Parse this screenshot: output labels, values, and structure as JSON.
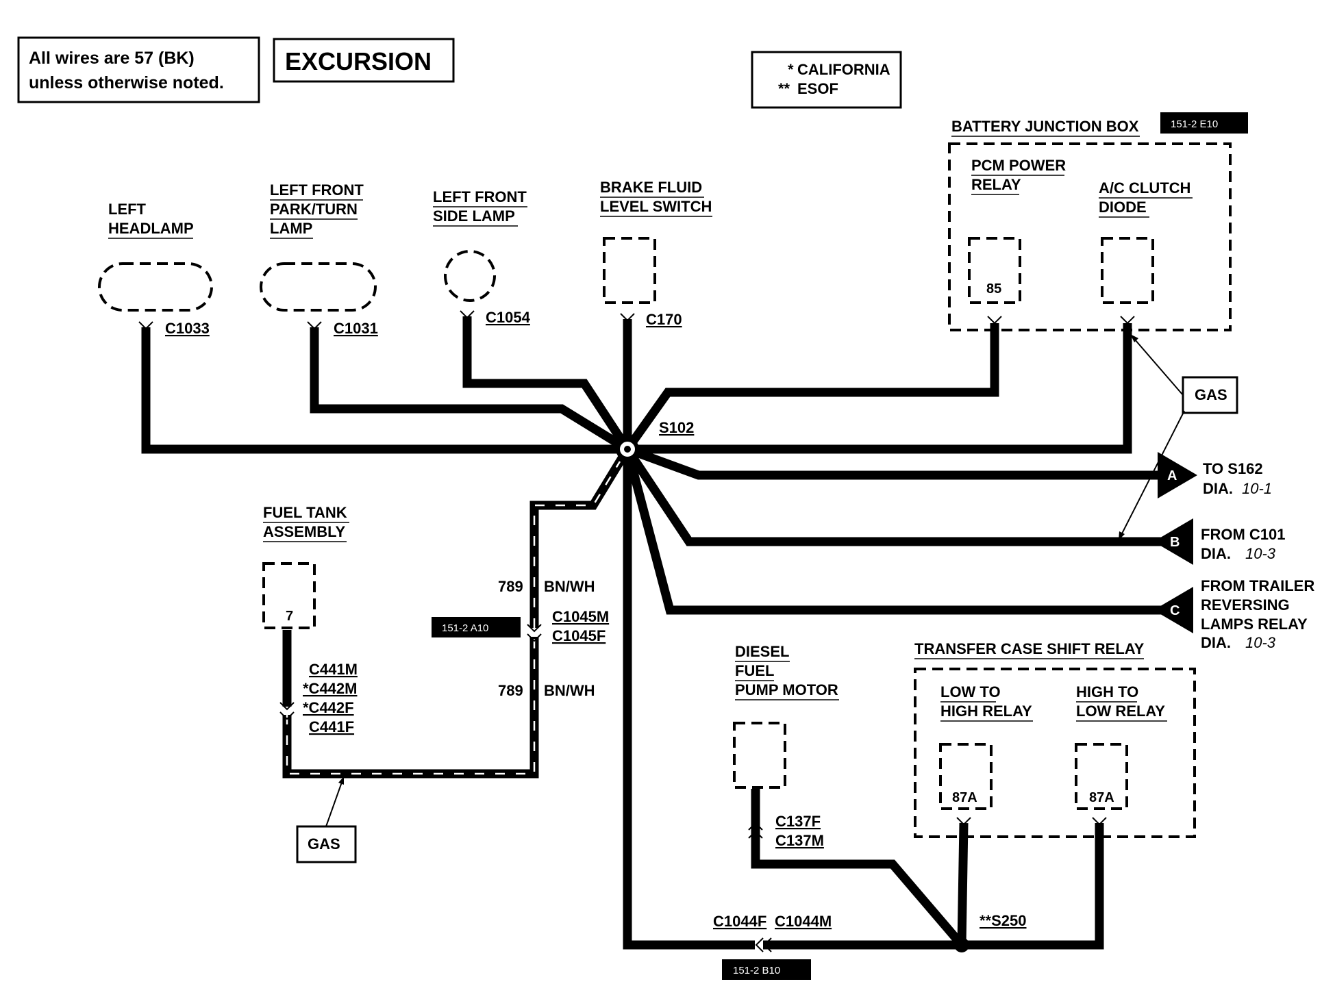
{
  "notes": {
    "wires_line1": "All wires are 57 (BK)",
    "wires_line2": "unless otherwise noted.",
    "title": "EXCURSION",
    "legend_california_mark": "*",
    "legend_california": "CALIFORNIA",
    "legend_esof_mark": "**",
    "legend_esof": "ESOF"
  },
  "components": {
    "left_headlamp": [
      "LEFT",
      "HEADLAMP"
    ],
    "left_front_park": [
      "LEFT FRONT",
      "PARK/TURN",
      "LAMP"
    ],
    "left_front_side": [
      "LEFT FRONT",
      "SIDE LAMP"
    ],
    "brake_fluid": [
      "BRAKE FLUID",
      "LEVEL SWITCH"
    ],
    "battery_junction_box": "BATTERY JUNCTION BOX",
    "pcm_power_relay": [
      "PCM POWER",
      "RELAY"
    ],
    "ac_clutch_diode": [
      "A/C CLUTCH",
      "DIODE"
    ],
    "fuel_tank": [
      "FUEL TANK",
      "ASSEMBLY"
    ],
    "diesel_fuel_pump": [
      "DIESEL",
      "FUEL",
      "PUMP MOTOR"
    ],
    "transfer_case_relay": "TRANSFER CASE SHIFT RELAY",
    "low_to_high_relay": [
      "LOW TO",
      "HIGH RELAY"
    ],
    "high_to_low_relay": [
      "HIGH TO",
      "LOW RELAY"
    ]
  },
  "pins": {
    "pcm_relay": "85",
    "fuel_tank": "7",
    "low_to_high": "87A",
    "high_to_low": "87A"
  },
  "connectors": {
    "c1033": "C1033",
    "c1031": "C1031",
    "c1054": "C1054",
    "c170": "C170",
    "c1045m": "C1045M",
    "c1045f": "C1045F",
    "c441m": "C441M",
    "c442m": "*C442M",
    "c442f": "*C442F",
    "c441f": "C441F",
    "c137f": "C137F",
    "c137m": "C137M",
    "c1044f": "C1044F",
    "c1044m": "C1044M"
  },
  "splices": {
    "s102": "S102",
    "s250": "**S250"
  },
  "wires": {
    "upper_num": "789",
    "upper_color": "BN/WH",
    "lower_num": "789",
    "lower_color": "BN/WH"
  },
  "refs": {
    "bjb": "151-2 E10",
    "c1045": "151-2 A10",
    "c1044": "151-2 B10"
  },
  "callouts": {
    "gas_right": "GAS",
    "gas_left": "GAS"
  },
  "offpage": {
    "a_letter": "A",
    "a_line1": "TO S162",
    "a_dia": "DIA.",
    "a_num": "10-1",
    "b_letter": "B",
    "b_line1": "FROM C101",
    "b_dia": "DIA.",
    "b_num": "10-3",
    "c_letter": "C",
    "c_line1": "FROM TRAILER",
    "c_line2": "REVERSING",
    "c_line3": "LAMPS RELAY",
    "c_dia": "DIA.",
    "c_num": "10-3"
  }
}
